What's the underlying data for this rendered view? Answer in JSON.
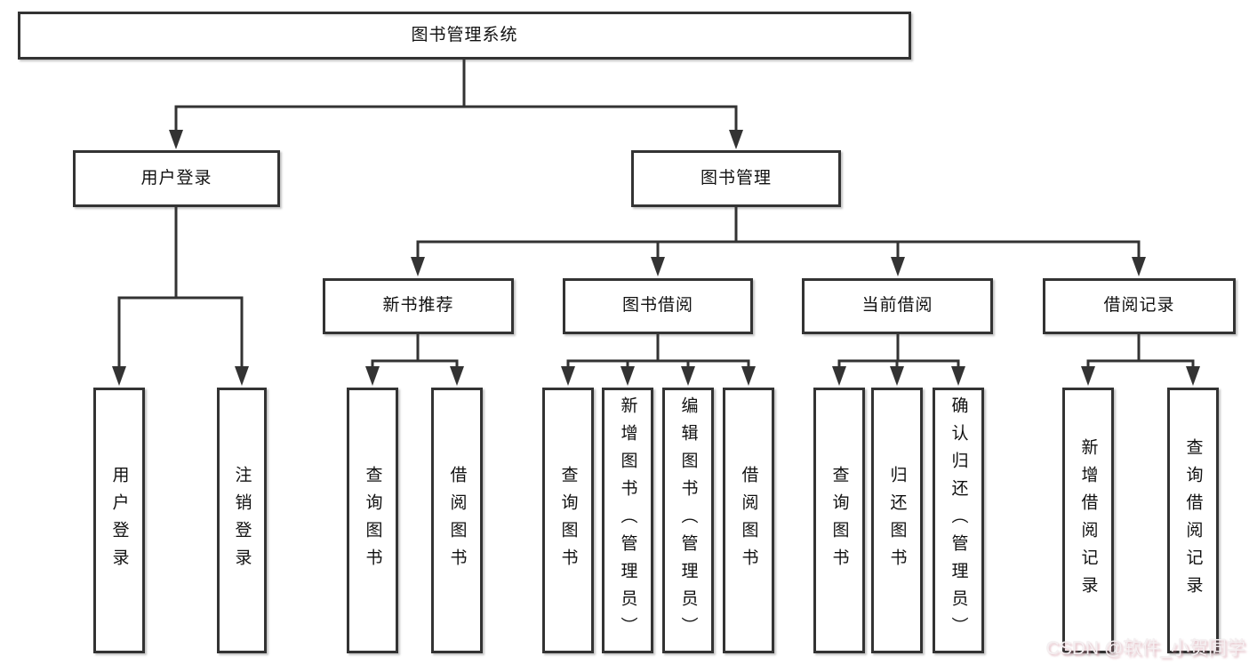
{
  "diagram_title": "图书管理系统",
  "tree": {
    "root": {
      "label": "图书管理系统"
    },
    "branches": [
      {
        "label": "用户登录",
        "children": [
          {
            "label": "用户登录"
          },
          {
            "label": "注销登录"
          }
        ]
      },
      {
        "label": "图书管理",
        "children": [
          {
            "label": "新书推荐",
            "children": [
              {
                "label": "查询图书"
              },
              {
                "label": "借阅图书"
              }
            ]
          },
          {
            "label": "图书借阅",
            "children": [
              {
                "label": "查询图书"
              },
              {
                "label": "新增图书（管理员）"
              },
              {
                "label": "编辑图书（管理员）"
              },
              {
                "label": "借阅图书"
              }
            ]
          },
          {
            "label": "当前借阅",
            "children": [
              {
                "label": "查询图书"
              },
              {
                "label": "归还图书"
              },
              {
                "label": "确认归还（管理员）"
              }
            ]
          },
          {
            "label": "借阅记录",
            "children": [
              {
                "label": "新增借阅记录"
              },
              {
                "label": "查询借阅记录"
              }
            ]
          }
        ]
      }
    ]
  },
  "watermark": {
    "text": "CSDN @软件_小贺同学"
  },
  "colors": {
    "line": "#333333",
    "box_fill": "#ffffff",
    "text": "#111111",
    "watermark": "#f6f0f2"
  }
}
